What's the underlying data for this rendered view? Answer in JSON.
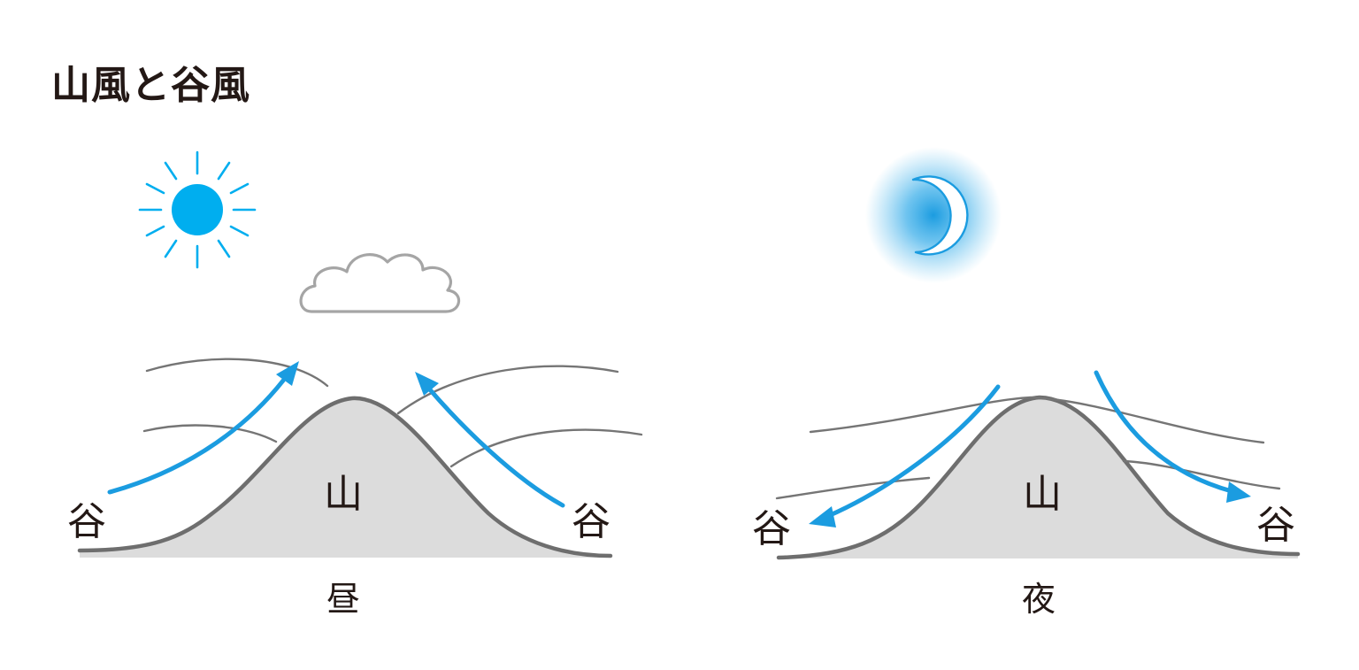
{
  "title": "山風と谷風",
  "colors": {
    "accent": "#1b9ce0",
    "sun": "#00aeef",
    "hill": "#dcdcdc",
    "ridge": "#6e6e6e",
    "text": "#231815"
  },
  "day": {
    "icons": [
      "sun-icon",
      "cloud-icon"
    ],
    "mountain_label": "山",
    "valley_left_label": "谷",
    "valley_right_label": "谷",
    "caption": "昼"
  },
  "night": {
    "icons": [
      "crescent-moon-icon"
    ],
    "mountain_label": "山",
    "valley_left_label": "谷",
    "valley_right_label": "谷",
    "caption": "夜"
  }
}
